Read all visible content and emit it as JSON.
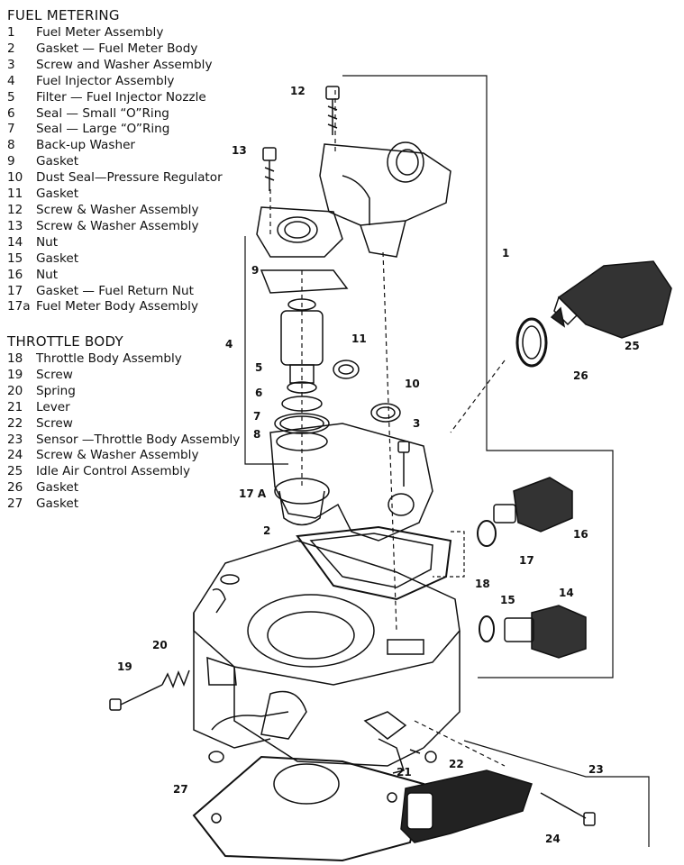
{
  "fuel_metering": {
    "title": "FUEL METERING",
    "items": [
      {
        "num": "1",
        "label": "Fuel Meter Assembly"
      },
      {
        "num": "2",
        "label": "Gasket — Fuel Meter Body"
      },
      {
        "num": "3",
        "label": "Screw and Washer Assembly"
      },
      {
        "num": "4",
        "label": "Fuel Injector Assembly"
      },
      {
        "num": "5",
        "label": "Filter — Fuel Injector Nozzle"
      },
      {
        "num": "6",
        "label": "Seal — Small “O”Ring"
      },
      {
        "num": "7",
        "label": "Seal — Large “O”Ring"
      },
      {
        "num": "8",
        "label": "Back-up Washer"
      },
      {
        "num": "9",
        "label": "Gasket"
      },
      {
        "num": "10",
        "label": "Dust Seal—Pressure Regulator"
      },
      {
        "num": "11",
        "label": "Gasket"
      },
      {
        "num": "12",
        "label": "Screw & Washer Assembly"
      },
      {
        "num": "13",
        "label": "Screw & Washer Assembly"
      },
      {
        "num": "14",
        "label": "Nut"
      },
      {
        "num": "15",
        "label": "Gasket"
      },
      {
        "num": "16",
        "label": "Nut"
      },
      {
        "num": "17",
        "label": "Gasket — Fuel Return Nut"
      },
      {
        "num": "17a",
        "label": "Fuel Meter Body Assembly"
      }
    ]
  },
  "throttle_body": {
    "title": "THROTTLE BODY",
    "items": [
      {
        "num": "18",
        "label": "Throttle Body Assembly"
      },
      {
        "num": "19",
        "label": "Screw"
      },
      {
        "num": "20",
        "label": "Spring"
      },
      {
        "num": "21",
        "label": "Lever"
      },
      {
        "num": "22",
        "label": "Screw"
      },
      {
        "num": "23",
        "label": "Sensor —Throttle Body Assembly"
      },
      {
        "num": "24",
        "label": "Screw & Washer Assembly"
      },
      {
        "num": "25",
        "label": "Idle Air Control Assembly"
      },
      {
        "num": "26",
        "label": "Gasket"
      },
      {
        "num": "27",
        "label": "Gasket"
      }
    ]
  },
  "callouts": [
    "1",
    "2",
    "3",
    "4",
    "5",
    "6",
    "7",
    "8",
    "9",
    "10",
    "11",
    "12",
    "13",
    "14",
    "15",
    "16",
    "17",
    "17 A",
    "18",
    "19",
    "20",
    "21",
    "22",
    "23",
    "24",
    "25",
    "26",
    "27"
  ]
}
